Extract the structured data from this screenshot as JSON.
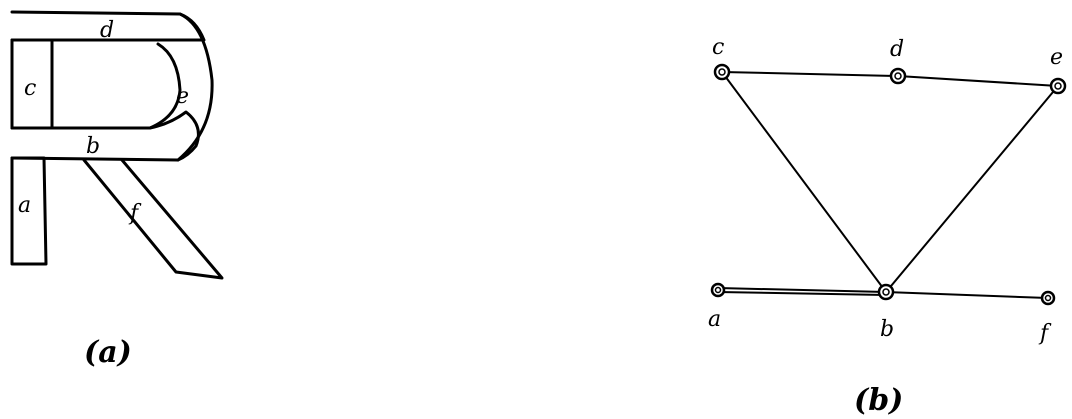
{
  "panel_a": {
    "caption": "(a)",
    "strokes": [
      {
        "id": "a",
        "label": "a"
      },
      {
        "id": "b",
        "label": "b"
      },
      {
        "id": "c",
        "label": "c"
      },
      {
        "id": "d",
        "label": "d"
      },
      {
        "id": "e",
        "label": "e"
      },
      {
        "id": "f",
        "label": "f"
      }
    ]
  },
  "panel_b": {
    "caption": "(b)",
    "nodes": [
      {
        "id": "c",
        "label": "c"
      },
      {
        "id": "d",
        "label": "d"
      },
      {
        "id": "e",
        "label": "e"
      },
      {
        "id": "a",
        "label": "a"
      },
      {
        "id": "b",
        "label": "b"
      },
      {
        "id": "f",
        "label": "f"
      }
    ],
    "edges": [
      {
        "from": "c",
        "to": "d"
      },
      {
        "from": "d",
        "to": "e"
      },
      {
        "from": "c",
        "to": "b"
      },
      {
        "from": "e",
        "to": "b"
      },
      {
        "from": "a",
        "to": "b"
      },
      {
        "from": "b",
        "to": "f"
      }
    ]
  }
}
